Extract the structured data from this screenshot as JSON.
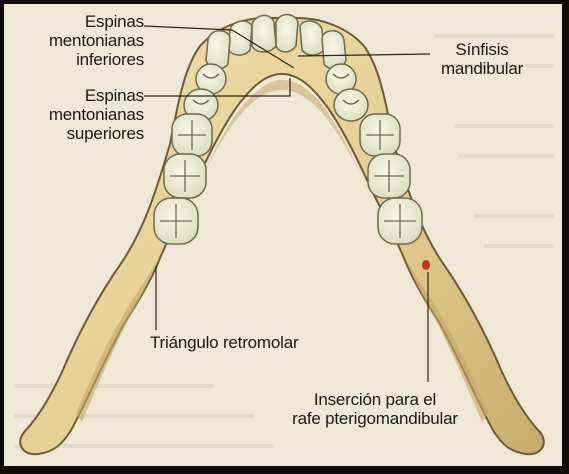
{
  "labels": {
    "espinas_inferiores": [
      "Espinas",
      "mentonianas",
      "inferiores"
    ],
    "espinas_superiores": [
      "Espinas",
      "mentonianas",
      "superiores"
    ],
    "sinfisis": [
      "Sínfisis",
      "mandibular"
    ],
    "triangulo": "Triángulo retromolar",
    "insercion": [
      "Inserción para el",
      "rafe pterigomandibular"
    ]
  },
  "colors": {
    "page_background": "#efe8d6",
    "bone": "#e8d49c",
    "bone_shadow": "#c4a767",
    "bone_outline": "#6e5a35",
    "tooth": "#eeefd6",
    "tooth_outline": "#6d6a4d",
    "insertion_mark": "#d02a24",
    "frame": "#0e0c0a"
  }
}
